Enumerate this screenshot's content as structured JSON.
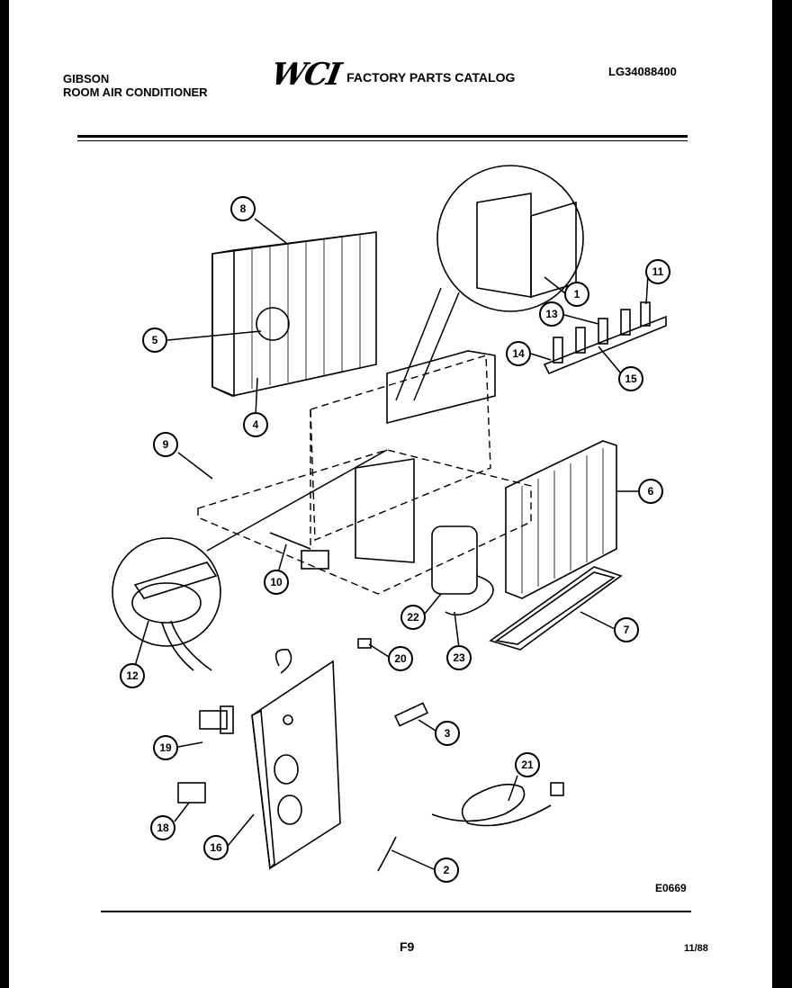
{
  "header": {
    "brand_line1": "GIBSON",
    "brand_line2": "ROOM AIR CONDITIONER",
    "logo_text": "WCI",
    "catalog_title": "FACTORY PARTS CATALOG",
    "model_number": "LG34088400"
  },
  "parts": [
    {
      "id": "1",
      "label": "1"
    },
    {
      "id": "2",
      "label": "2"
    },
    {
      "id": "3",
      "label": "3"
    },
    {
      "id": "4",
      "label": "4"
    },
    {
      "id": "5",
      "label": "5"
    },
    {
      "id": "6",
      "label": "6"
    },
    {
      "id": "7",
      "label": "7"
    },
    {
      "id": "8",
      "label": "8"
    },
    {
      "id": "9",
      "label": "9"
    },
    {
      "id": "10",
      "label": "10"
    },
    {
      "id": "11",
      "label": "11"
    },
    {
      "id": "12",
      "label": "12"
    },
    {
      "id": "13",
      "label": "13"
    },
    {
      "id": "14",
      "label": "14"
    },
    {
      "id": "15",
      "label": "15"
    },
    {
      "id": "16",
      "label": "16"
    },
    {
      "id": "18",
      "label": "18"
    },
    {
      "id": "19",
      "label": "19"
    },
    {
      "id": "20",
      "label": "20"
    },
    {
      "id": "21",
      "label": "21"
    },
    {
      "id": "22",
      "label": "22"
    },
    {
      "id": "23",
      "label": "23"
    }
  ],
  "footer": {
    "diagram_code": "E0669",
    "page_number": "F9",
    "date": "11/88"
  }
}
